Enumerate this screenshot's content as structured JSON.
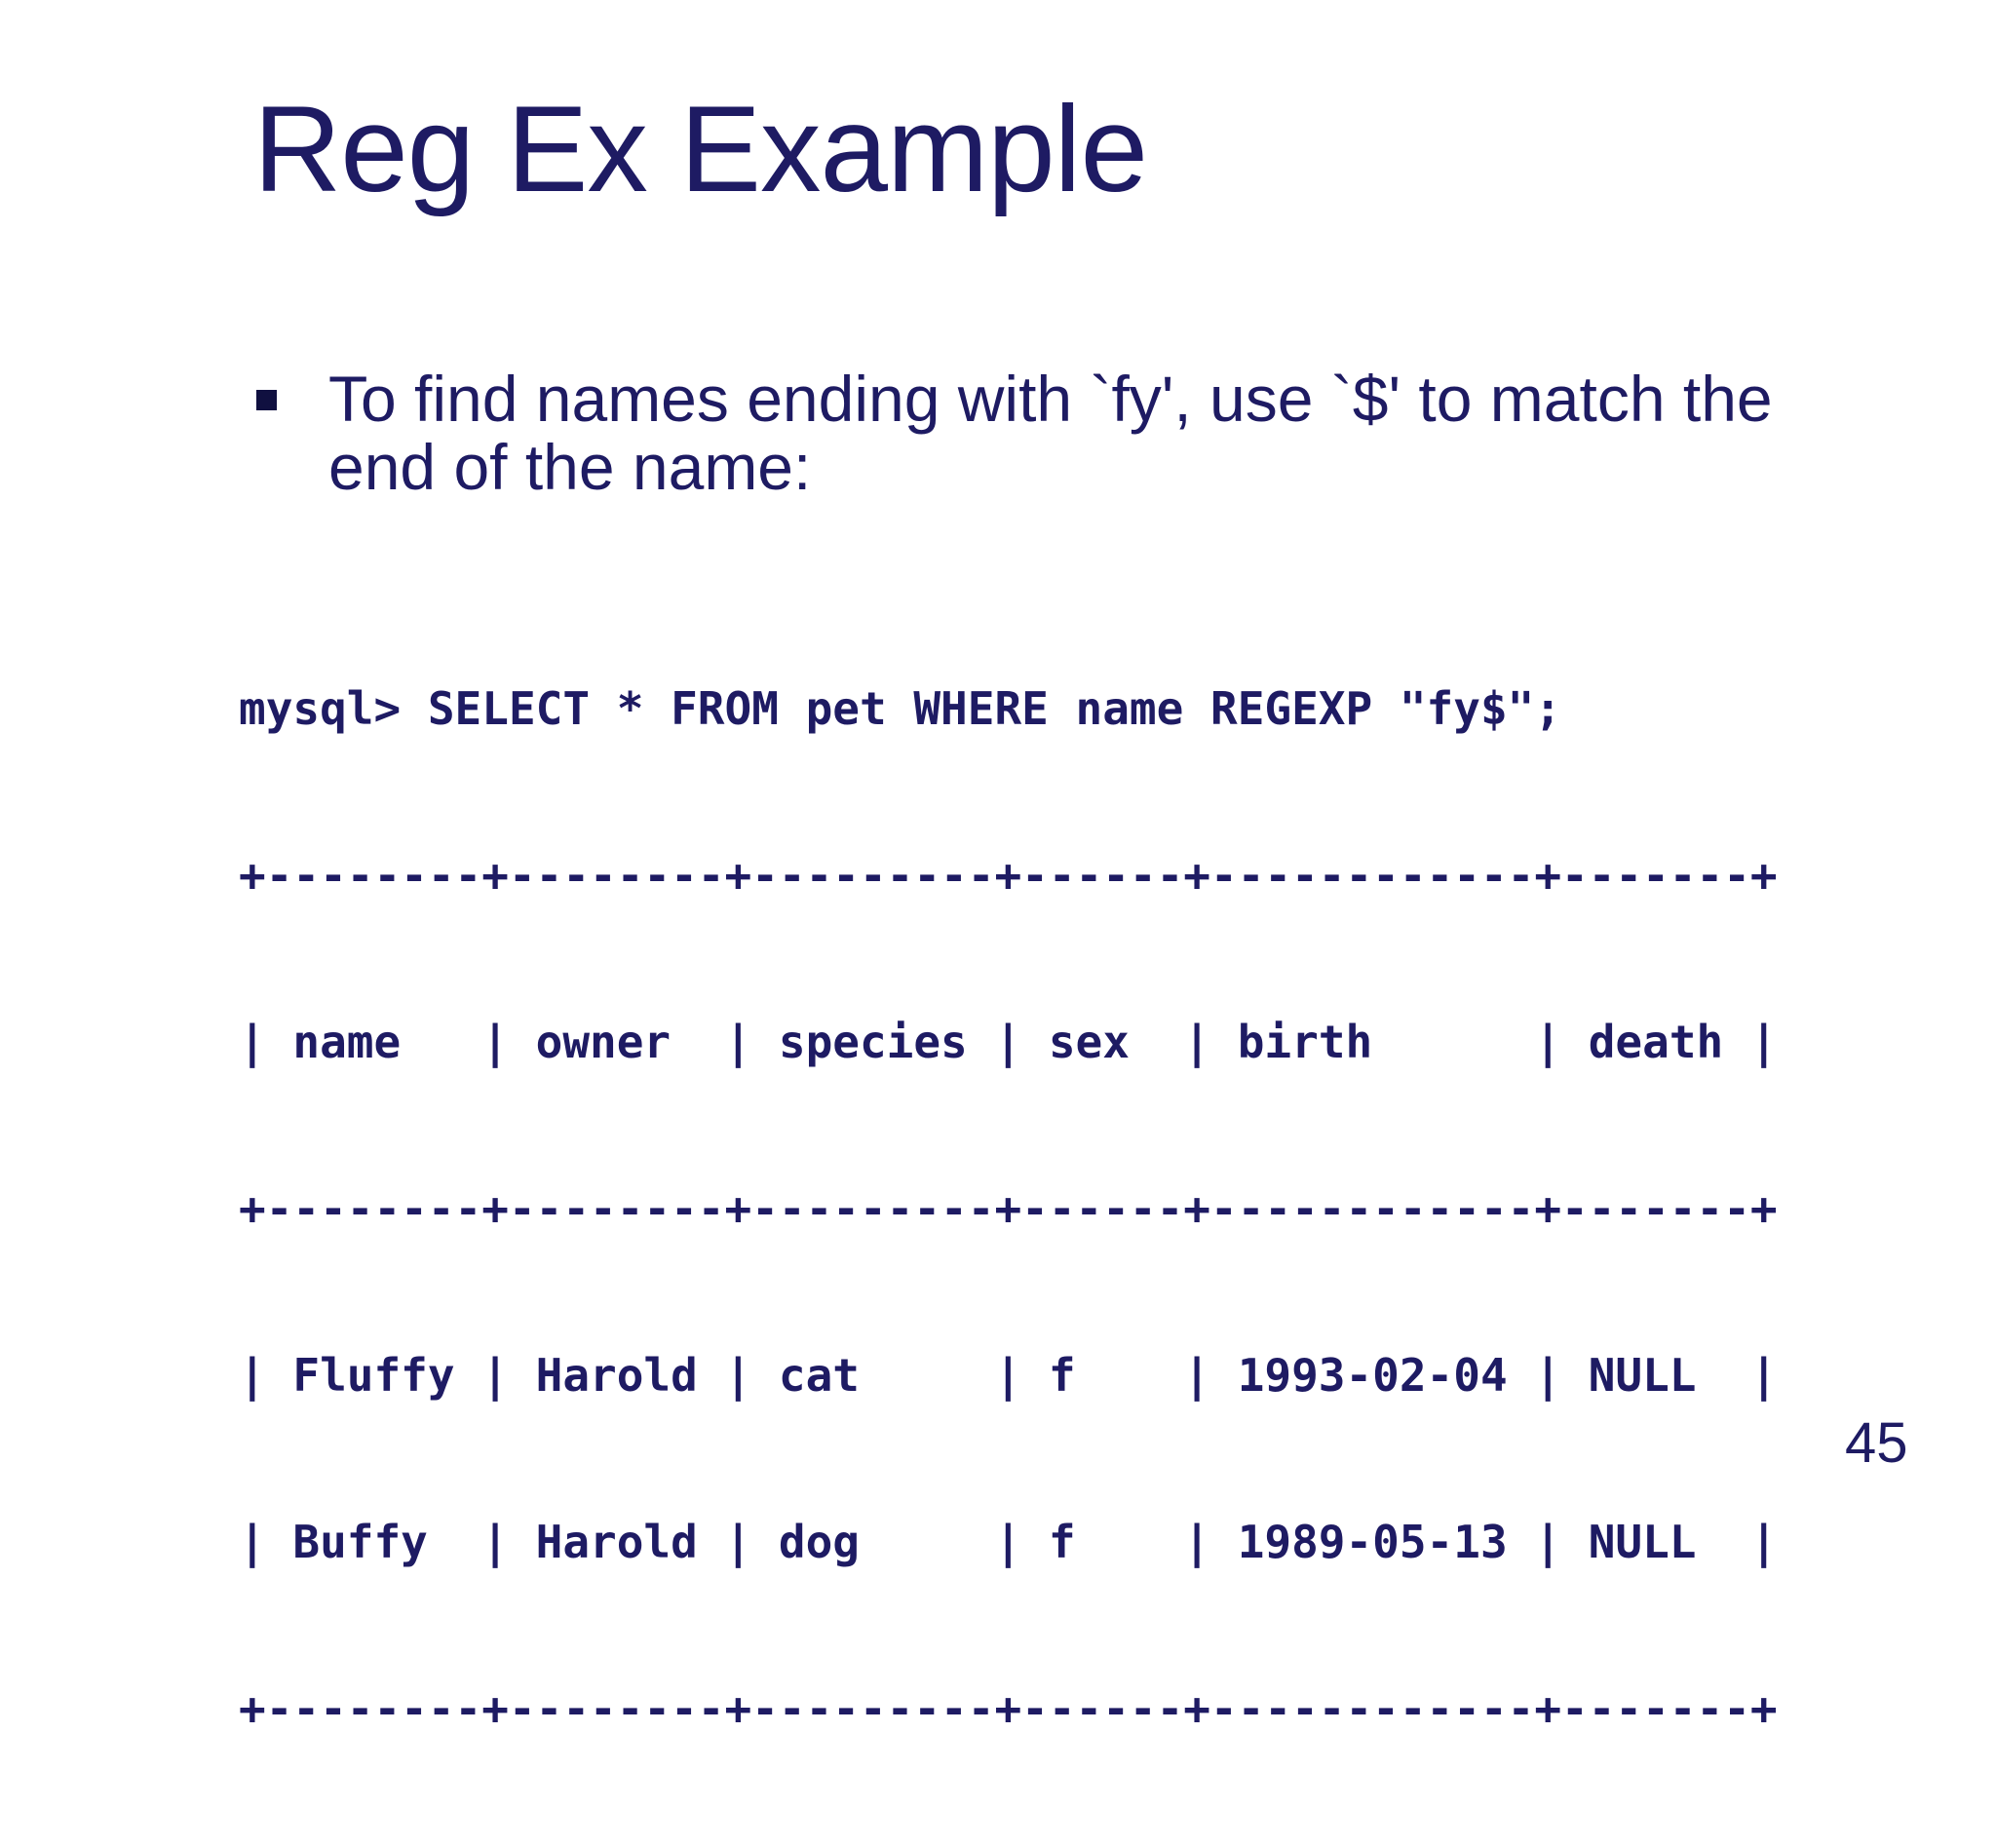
{
  "slide": {
    "title": "Reg Ex Example",
    "bullet": {
      "text": "To find names ending with `fy', use `$' to match the end of the name:"
    },
    "code": {
      "lines": [
        "mysql> SELECT * FROM pet WHERE name REGEXP \"fy$\";",
        "+--------+--------+---------+------+------------+-------+",
        "| name   | owner  | species | sex  | birth      | death |",
        "+--------+--------+---------+------+------------+-------+",
        "| Fluffy | Harold | cat     | f    | 1993-02-04 | NULL  |",
        "| Buffy  | Harold | dog     | f    | 1989-05-13 | NULL  |",
        "+--------+--------+---------+------+------------+-------+"
      ]
    },
    "page_number": "45",
    "colors": {
      "text": "#1e1b63",
      "background": "#ffffff",
      "bullet_marker": "#101040"
    }
  }
}
